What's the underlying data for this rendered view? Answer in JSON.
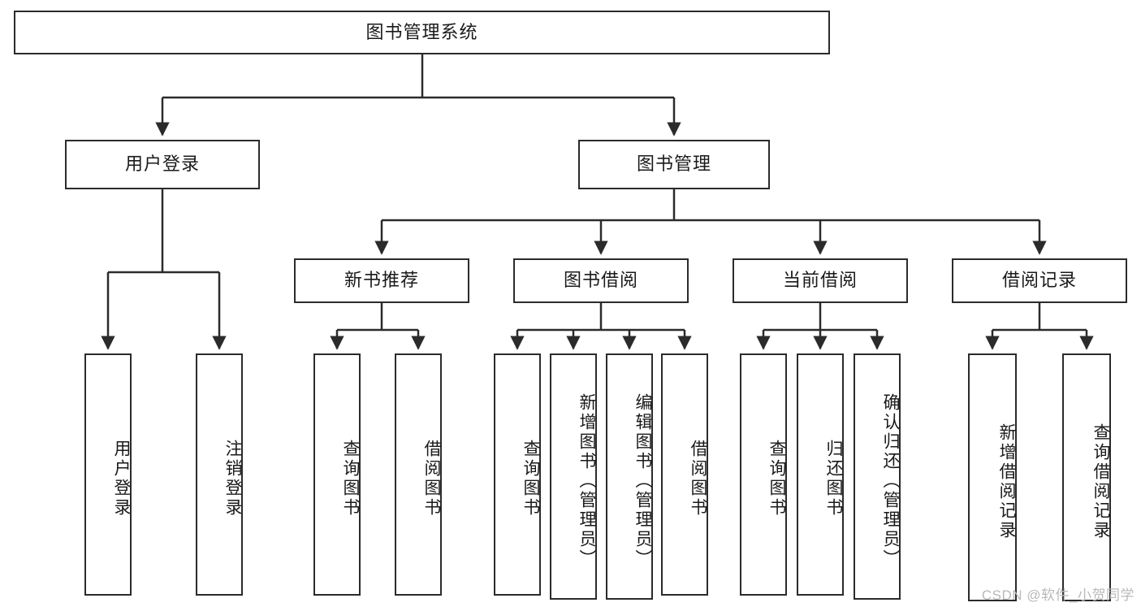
{
  "diagram": {
    "type": "tree-hierarchy-chart",
    "title": "图书管理系统",
    "stroke_color": "#2b2b2b",
    "background_color": "#ffffff",
    "text_color": "#1a1a1a",
    "watermark": "CSDN @软件_小贺同学",
    "levels": {
      "root": {
        "label": "图书管理系统"
      },
      "level2": [
        {
          "label": "用户登录"
        },
        {
          "label": "图书管理"
        }
      ],
      "level3": [
        {
          "label": "新书推荐"
        },
        {
          "label": "图书借阅"
        },
        {
          "label": "当前借阅"
        },
        {
          "label": "借阅记录"
        }
      ]
    },
    "leaves": {
      "user_login": [
        {
          "label": "用户登录"
        },
        {
          "label": "注销登录"
        }
      ],
      "new_book_recommend": [
        {
          "label": "查询图书"
        },
        {
          "label": "借阅图书"
        }
      ],
      "book_borrow": [
        {
          "label": "查询图书"
        },
        {
          "label": "新增图书（管理员）"
        },
        {
          "label": "编辑图书（管理员）"
        },
        {
          "label": "借阅图书"
        }
      ],
      "current_borrow": [
        {
          "label": "查询图书"
        },
        {
          "label": "归还图书"
        },
        {
          "label": "确认归还（管理员）"
        }
      ],
      "borrow_record": [
        {
          "label": "新增借阅记录"
        },
        {
          "label": "查询借阅记录"
        }
      ]
    }
  }
}
